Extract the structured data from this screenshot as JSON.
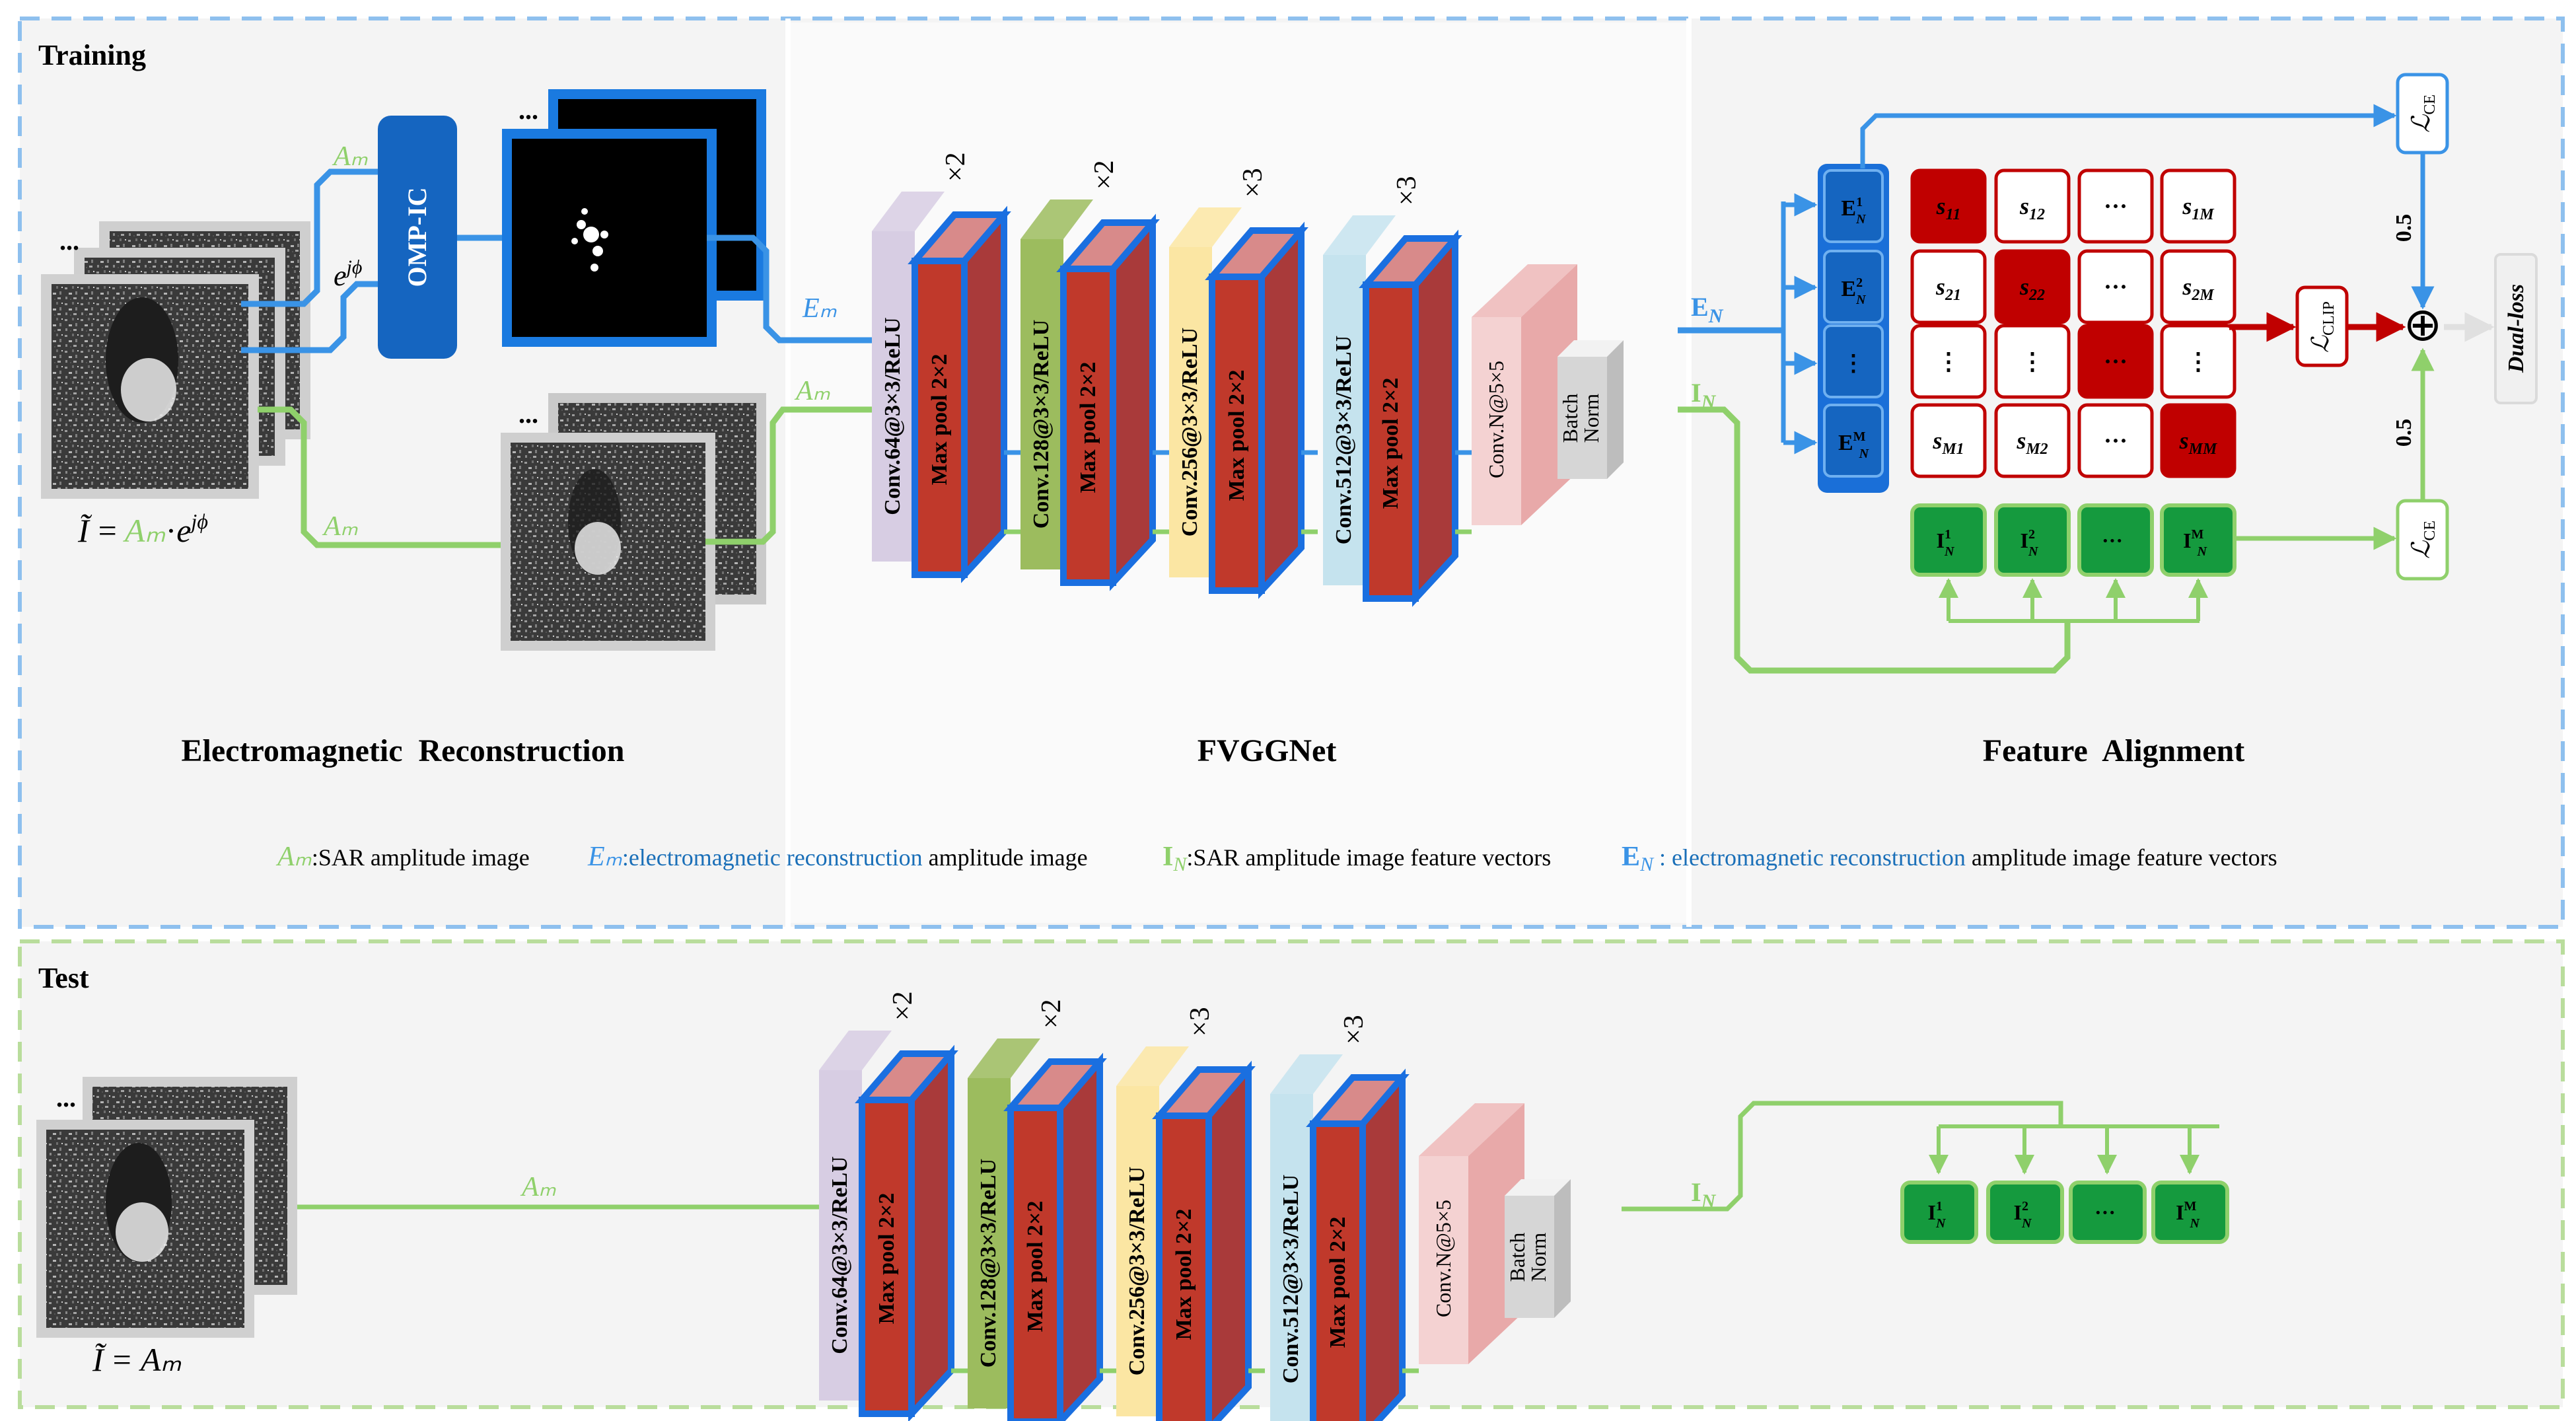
{
  "sections": {
    "training_label": "Training",
    "test_label": "Test",
    "em_reconstruction": "Electromagnetic  Reconstruction",
    "fvggnet": "FVGGNet",
    "feature_alignment": "Feature  Alignment"
  },
  "training": {
    "equation": "Ĩ = Aₘ·e^{jϕ}",
    "eq_i": "Ĩ",
    "eq_eq": "=",
    "eq_am": "Aₘ",
    "eq_dot": "·",
    "eq_e": "e",
    "eq_exp": "jϕ",
    "amp_label_top": "Aₘ",
    "phase_label": "e",
    "phase_exp": "jϕ",
    "amp_label_bottom": "Aₘ",
    "omp_ic": "OMP-IC",
    "em_label": "Eₘ",
    "am_label_mid": "Aₘ",
    "en_label": "E",
    "en_sub": "N",
    "in_label": "I",
    "in_sub": "N",
    "dots": "..."
  },
  "network": {
    "blocks": [
      {
        "conv": "Conv.64@3×3/ReLU",
        "pool": "Max pool 2×2",
        "mult": "×2",
        "color": "#d7cde3"
      },
      {
        "conv": "Conv.128@3×3/ReLU",
        "pool": "Max pool 2×2",
        "mult": "×2",
        "color": "#9cbc5e"
      },
      {
        "conv": "Conv.256@3×3/ReLU",
        "pool": "Max pool 2×2",
        "mult": "×3",
        "color": "#fbe6a3"
      },
      {
        "conv": "Conv.512@3×3/ReLU",
        "pool": "Max pool 2×2",
        "mult": "×3",
        "color": "#c5e3ee"
      }
    ],
    "final_conv": "Conv.N@5×5",
    "batch_norm_1": "Batch",
    "batch_norm_2": "Norm"
  },
  "alignment": {
    "e_rows": [
      {
        "base": "E",
        "sup": "1",
        "sub": "N"
      },
      {
        "base": "E",
        "sup": "2",
        "sub": "N"
      },
      {
        "base": "⋮",
        "sup": "",
        "sub": ""
      },
      {
        "base": "E",
        "sup": "M",
        "sub": "N"
      }
    ],
    "matrix": [
      [
        {
          "t": "s",
          "s": "11",
          "hl": true
        },
        {
          "t": "s",
          "s": "12",
          "hl": false
        },
        {
          "t": "···",
          "s": "",
          "hl": false
        },
        {
          "t": "s",
          "s": "1M",
          "hl": false
        }
      ],
      [
        {
          "t": "s",
          "s": "21",
          "hl": false
        },
        {
          "t": "s",
          "s": "22",
          "hl": true
        },
        {
          "t": "···",
          "s": "",
          "hl": false
        },
        {
          "t": "s",
          "s": "2M",
          "hl": false
        }
      ],
      [
        {
          "t": "⋮",
          "s": "",
          "hl": false
        },
        {
          "t": "⋮",
          "s": "",
          "hl": false
        },
        {
          "t": "···",
          "s": "",
          "hl": true
        },
        {
          "t": "⋮",
          "s": "",
          "hl": false
        }
      ],
      [
        {
          "t": "s",
          "s": "M1",
          "hl": false
        },
        {
          "t": "s",
          "s": "M2",
          "hl": false
        },
        {
          "t": "···",
          "s": "",
          "hl": false
        },
        {
          "t": "s",
          "s": "MM",
          "hl": true
        }
      ]
    ],
    "i_cols": [
      {
        "base": "I",
        "sup": "1",
        "sub": "N"
      },
      {
        "base": "I",
        "sup": "2",
        "sub": "N"
      },
      {
        "base": "···",
        "sup": "",
        "sub": ""
      },
      {
        "base": "I",
        "sup": "M",
        "sub": "N"
      }
    ],
    "loss_ce": "ℒ",
    "loss_ce_sub": "CE",
    "loss_clip": "ℒ",
    "loss_clip_sub": "CLIP",
    "weight_top": "0.5",
    "weight_bottom": "0.5",
    "plus": "⊕",
    "dual_loss": "Dual-loss"
  },
  "legend": {
    "am_sym": "Aₘ",
    "am_text": ":SAR amplitude image",
    "em_sym": "Eₘ",
    "em_text_a": ":electromagnetic reconstruction",
    "em_text_b": " amplitude image",
    "in_sym": "I",
    "in_sub": "N",
    "in_text": ":SAR amplitude image feature vectors",
    "en_sym": "E",
    "en_sub": "N",
    "en_text_a": " : electromagnetic reconstruction",
    "en_text_b": " amplitude image feature vectors"
  },
  "test": {
    "eq_i": "Ĩ",
    "eq_eq": "=",
    "eq_am": "Aₘ",
    "am_label": "Aₘ",
    "in_label": "I",
    "in_sub": "N",
    "dots": "..."
  },
  "colors": {
    "blue": "#3a93e6",
    "dark_blue": "#1565c0",
    "green": "#8fd06b",
    "dark_green": "#159a3e",
    "red": "#c00000",
    "pink": "#f4d2d2",
    "gray": "#dcdcdc"
  }
}
